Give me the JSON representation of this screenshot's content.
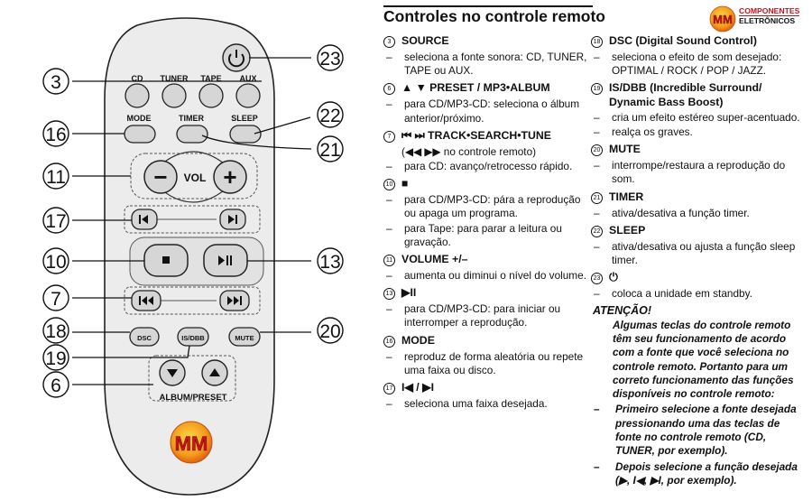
{
  "remote": {
    "source_labels": [
      "CD",
      "TUNER",
      "TAPE",
      "AUX"
    ],
    "mode_label": "MODE",
    "timer_label": "TIMER",
    "sleep_label": "SLEEP",
    "vol_label": "VOL",
    "vol_minus": "−",
    "vol_plus": "+",
    "dsc_label": "DSC",
    "isdbb_label": "IS/DBB",
    "mute_label": "MUTE",
    "album_preset_label": "ALBUM/PRESET",
    "logo_letters": "MM",
    "icons": [
      "power-icon",
      "skip-back-icon",
      "skip-forward-icon",
      "stop-icon",
      "play-pause-icon",
      "fast-rewind-icon",
      "fast-forward-icon",
      "arrow-down-icon",
      "arrow-up-icon"
    ],
    "callouts": [
      "23",
      "3",
      "22",
      "16",
      "21",
      "11",
      "17",
      "10",
      "13",
      "7",
      "18",
      "20",
      "19",
      "6"
    ]
  },
  "header": {
    "title": "Controles no  controle remoto",
    "logo": {
      "letters": "MM",
      "line1": "COMPONENTES",
      "line2": "ELETRÔNICOS"
    }
  },
  "left_column": [
    {
      "num": "3",
      "title": "SOURCE",
      "lines": [
        {
          "dash": true,
          "text": "seleciona a fonte sonora: CD, TUNER, TAPE ou AUX."
        }
      ]
    },
    {
      "num": "6",
      "title": "▲ ▼ PRESET / MP3•ALBUM",
      "lines": [
        {
          "dash": true,
          "text": "para CD/MP3-CD: seleciona o álbum anterior/próximo."
        }
      ]
    },
    {
      "num": "7",
      "title": "⏮ ⏭ TRACK•SEARCH•TUNE",
      "lines": [
        {
          "dash": false,
          "text": "(◀◀ ▶▶ no controle remoto)"
        },
        {
          "dash": true,
          "text": "para CD: avanço/retrocesso rápido."
        }
      ]
    },
    {
      "num": "10",
      "title": "■",
      "lines": [
        {
          "dash": true,
          "text": "para CD/MP3-CD: pára a reprodução ou apaga um programa."
        },
        {
          "dash": true,
          "text": "para Tape: para parar a leitura ou gravação."
        }
      ]
    },
    {
      "num": "11",
      "title": "VOLUME +/–",
      "lines": [
        {
          "dash": true,
          "text": "aumenta ou diminui o nível do volume."
        }
      ]
    },
    {
      "num": "13",
      "title": "▶II",
      "lines": [
        {
          "dash": true,
          "text": "para CD/MP3-CD: para iniciar ou interromper a reprodução."
        }
      ]
    },
    {
      "num": "16",
      "title": "MODE",
      "lines": [
        {
          "dash": true,
          "text": "reproduz de forma aleatória ou repete uma faixa ou disco."
        }
      ]
    },
    {
      "num": "17",
      "title": "I◀ / ▶I",
      "lines": [
        {
          "dash": true,
          "text": "seleciona uma faixa desejada."
        }
      ]
    }
  ],
  "right_column": [
    {
      "num": "18",
      "title": "DSC (Digital Sound Control)",
      "lines": [
        {
          "dash": true,
          "text": "seleciona o efeito de som desejado: OPTIMAL / ROCK / POP / JAZZ."
        }
      ]
    },
    {
      "num": "19",
      "title": "IS/DBB (Incredible Surround/ Dynamic Bass Boost)",
      "lines": [
        {
          "dash": true,
          "text": "cria um efeito estéreo super-acentuado."
        },
        {
          "dash": true,
          "text": "realça os graves."
        }
      ]
    },
    {
      "num": "20",
      "title": "MUTE",
      "lines": [
        {
          "dash": true,
          "text": "interrompe/restaura a reprodução do som."
        }
      ]
    },
    {
      "num": "21",
      "title": "TIMER",
      "lines": [
        {
          "dash": true,
          "text": "ativa/desativa a função timer."
        }
      ]
    },
    {
      "num": "22",
      "title": "SLEEP",
      "lines": [
        {
          "dash": true,
          "text": "ativa/desativa ou ajusta a função sleep timer."
        }
      ]
    },
    {
      "num": "23",
      "title": "⏻",
      "lines": [
        {
          "dash": true,
          "text": "coloca a unidade em standby."
        }
      ]
    }
  ],
  "attention": {
    "title": "ATENÇÃO!",
    "body": "Algumas teclas do controle remoto têm seu funcionamento de acordo com a fonte que você seleciona no controle remoto. Portanto para um correto funcionamento das funções disponíveis no controle remoto:",
    "step1": "Primeiro selecione a fonte desejada pressionando uma das teclas de fonte no controle remoto (CD, TUNER, por exemplo).",
    "step2": "Depois selecione a função desejada (▶, I◀, ▶I, por exemplo)."
  }
}
